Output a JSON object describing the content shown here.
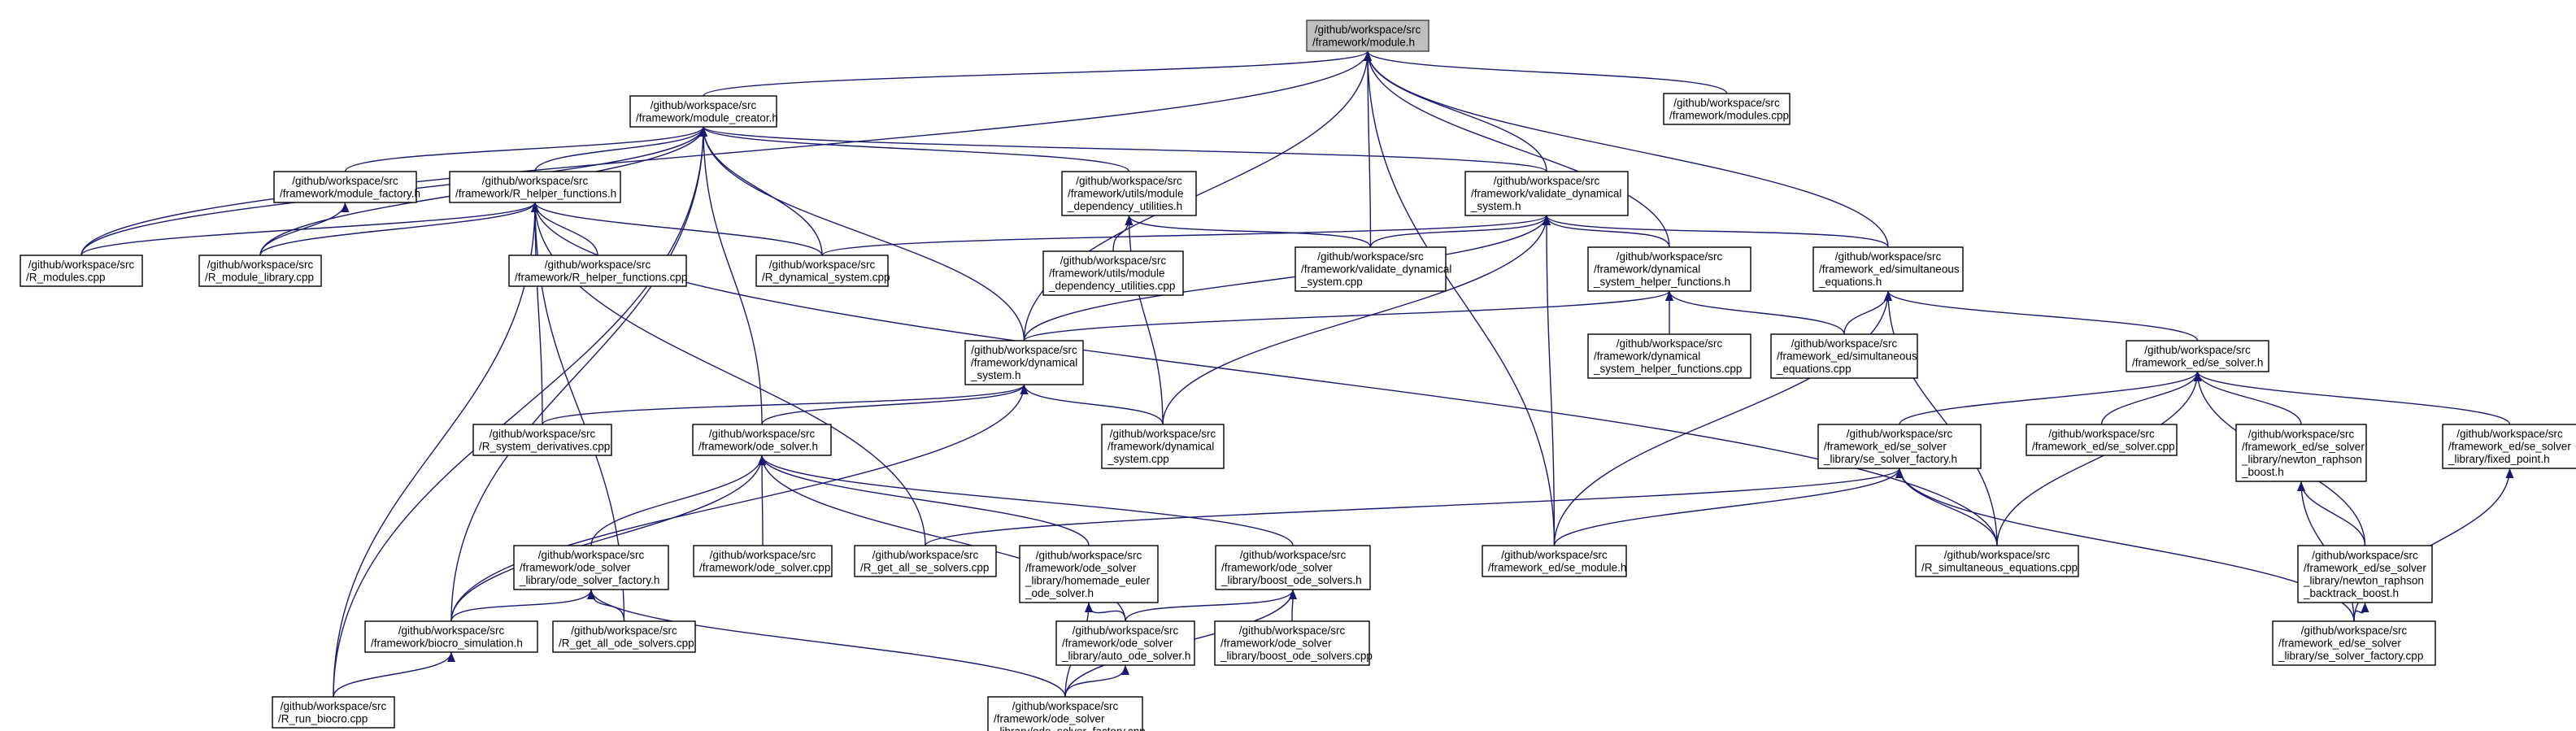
{
  "graph": {
    "edge_color": "#191970",
    "root_fill": "#bfbfbf",
    "nodes": [
      {
        "id": "module_h",
        "lines": [
          "/github/workspace/src",
          "/framework/module.h"
        ]
      },
      {
        "id": "module_creator_h",
        "lines": [
          "/github/workspace/src",
          "/framework/module_creator.h"
        ]
      },
      {
        "id": "modules_cpp",
        "lines": [
          "/github/workspace/src",
          "/framework/modules.cpp"
        ]
      },
      {
        "id": "module_factory_h",
        "lines": [
          "/github/workspace/src",
          "/framework/module_factory.h"
        ]
      },
      {
        "id": "r_helper_functions_h",
        "lines": [
          "/github/workspace/src",
          "/framework/R_helper_functions.h"
        ]
      },
      {
        "id": "utils_module_dependency_utilities_h",
        "lines": [
          "/github/workspace/src",
          "/framework/utils/module",
          "_dependency_utilities.h"
        ]
      },
      {
        "id": "validate_dynamical_system_h",
        "lines": [
          "/github/workspace/src",
          "/framework/validate_dynamical",
          "_system.h"
        ]
      },
      {
        "id": "r_modules_cpp",
        "lines": [
          "/github/workspace/src",
          "/R_modules.cpp"
        ]
      },
      {
        "id": "r_module_library_cpp",
        "lines": [
          "/github/workspace/src",
          "/R_module_library.cpp"
        ]
      },
      {
        "id": "r_helper_functions_cpp",
        "lines": [
          "/github/workspace/src",
          "/framework/R_helper_functions.cpp"
        ]
      },
      {
        "id": "r_dynamical_system_cpp",
        "lines": [
          "/github/workspace/src",
          "/R_dynamical_system.cpp"
        ]
      },
      {
        "id": "utils_module_dependency_utilities_cpp",
        "lines": [
          "/github/workspace/src",
          "/framework/utils/module",
          "_dependency_utilities.cpp"
        ]
      },
      {
        "id": "validate_dynamical_system_cpp",
        "lines": [
          "/github/workspace/src",
          "/framework/validate_dynamical",
          "_system.cpp"
        ]
      },
      {
        "id": "dynamical_system_helper_functions_h",
        "lines": [
          "/github/workspace/src",
          "/framework/dynamical",
          "_system_helper_functions.h"
        ]
      },
      {
        "id": "ed_simultaneous_equations_h",
        "lines": [
          "/github/workspace/src",
          "/framework_ed/simultaneous",
          "_equations.h"
        ]
      },
      {
        "id": "dynamical_system_helper_functions_cpp",
        "lines": [
          "/github/workspace/src",
          "/framework/dynamical",
          "_system_helper_functions.cpp"
        ]
      },
      {
        "id": "ed_simultaneous_equations_cpp",
        "lines": [
          "/github/workspace/src",
          "/framework_ed/simultaneous",
          "_equations.cpp"
        ]
      },
      {
        "id": "dynamical_system_h",
        "lines": [
          "/github/workspace/src",
          "/framework/dynamical",
          "_system.h"
        ]
      },
      {
        "id": "ed_se_solver_h",
        "lines": [
          "/github/workspace/src",
          "/framework_ed/se_solver.h"
        ]
      },
      {
        "id": "r_system_derivatives_cpp",
        "lines": [
          "/github/workspace/src",
          "/R_system_derivatives.cpp"
        ]
      },
      {
        "id": "ode_solver_h",
        "lines": [
          "/github/workspace/src",
          "/framework/ode_solver.h"
        ]
      },
      {
        "id": "dynamical_system_cpp",
        "lines": [
          "/github/workspace/src",
          "/framework/dynamical",
          "_system.cpp"
        ]
      },
      {
        "id": "ed_se_solver_factory_h",
        "lines": [
          "/github/workspace/src",
          "/framework_ed/se_solver",
          "_library/se_solver_factory.h"
        ]
      },
      {
        "id": "ed_se_solver_cpp",
        "lines": [
          "/github/workspace/src",
          "/framework_ed/se_solver.cpp"
        ]
      },
      {
        "id": "ed_newton_raphson_boost_h",
        "lines": [
          "/github/workspace/src",
          "/framework_ed/se_solver",
          "_library/newton_raphson",
          "_boost.h"
        ]
      },
      {
        "id": "ed_fixed_point_h",
        "lines": [
          "/github/workspace/src",
          "/framework_ed/se_solver",
          "_library/fixed_point.h"
        ]
      },
      {
        "id": "ode_solver_factory_h",
        "lines": [
          "/github/workspace/src",
          "/framework/ode_solver",
          "_library/ode_solver_factory.h"
        ]
      },
      {
        "id": "ode_solver_cpp",
        "lines": [
          "/github/workspace/src",
          "/framework/ode_solver.cpp"
        ]
      },
      {
        "id": "r_get_all_se_solvers_cpp",
        "lines": [
          "/github/workspace/src",
          "/R_get_all_se_solvers.cpp"
        ]
      },
      {
        "id": "homemade_euler_ode_solver_h",
        "lines": [
          "/github/workspace/src",
          "/framework/ode_solver",
          "_library/homemade_euler",
          "_ode_solver.h"
        ]
      },
      {
        "id": "boost_ode_solvers_h",
        "lines": [
          "/github/workspace/src",
          "/framework/ode_solver",
          "_library/boost_ode_solvers.h"
        ]
      },
      {
        "id": "ed_se_module_h",
        "lines": [
          "/github/workspace/src",
          "/framework_ed/se_module.h"
        ]
      },
      {
        "id": "r_simultaneous_equations_cpp",
        "lines": [
          "/github/workspace/src",
          "/R_simultaneous_equations.cpp"
        ]
      },
      {
        "id": "ed_newton_raphson_backtrack_boost_h",
        "lines": [
          "/github/workspace/src",
          "/framework_ed/se_solver",
          "_library/newton_raphson",
          "_backtrack_boost.h"
        ]
      },
      {
        "id": "biocro_simulation_h",
        "lines": [
          "/github/workspace/src",
          "/framework/biocro_simulation.h"
        ]
      },
      {
        "id": "r_get_all_ode_solvers_cpp",
        "lines": [
          "/github/workspace/src",
          "/R_get_all_ode_solvers.cpp"
        ]
      },
      {
        "id": "auto_ode_solver_h",
        "lines": [
          "/github/workspace/src",
          "/framework/ode_solver",
          "_library/auto_ode_solver.h"
        ]
      },
      {
        "id": "boost_ode_solvers_cpp",
        "lines": [
          "/github/workspace/src",
          "/framework/ode_solver",
          "_library/boost_ode_solvers.cpp"
        ]
      },
      {
        "id": "ed_se_solver_factory_cpp",
        "lines": [
          "/github/workspace/src",
          "/framework_ed/se_solver",
          "_library/se_solver_factory.cpp"
        ]
      },
      {
        "id": "r_run_biocro_cpp",
        "lines": [
          "/github/workspace/src",
          "/R_run_biocro.cpp"
        ]
      },
      {
        "id": "ode_solver_factory_cpp",
        "lines": [
          "/github/workspace/src",
          "/framework/ode_solver",
          "_library/ode_solver_factory.cpp"
        ]
      }
    ],
    "edges": [
      [
        "module_creator_h",
        "module_h"
      ],
      [
        "modules_cpp",
        "module_h"
      ],
      [
        "validate_dynamical_system_h",
        "module_h"
      ],
      [
        "dynamical_system_helper_functions_h",
        "module_h"
      ],
      [
        "ed_simultaneous_equations_h",
        "module_h"
      ],
      [
        "dynamical_system_h",
        "module_h"
      ],
      [
        "validate_dynamical_system_cpp",
        "module_h"
      ],
      [
        "ed_se_module_h",
        "module_h"
      ],
      [
        "r_modules_cpp",
        "module_h"
      ],
      [
        "module_factory_h",
        "module_creator_h"
      ],
      [
        "r_helper_functions_h",
        "module_creator_h"
      ],
      [
        "utils_module_dependency_utilities_h",
        "module_creator_h"
      ],
      [
        "validate_dynamical_system_h",
        "module_creator_h"
      ],
      [
        "r_modules_cpp",
        "module_creator_h"
      ],
      [
        "r_module_library_cpp",
        "module_creator_h"
      ],
      [
        "r_dynamical_system_cpp",
        "module_creator_h"
      ],
      [
        "dynamical_system_h",
        "module_creator_h"
      ],
      [
        "biocro_simulation_h",
        "module_creator_h"
      ],
      [
        "r_run_biocro_cpp",
        "module_creator_h"
      ],
      [
        "ode_solver_h",
        "module_creator_h"
      ],
      [
        "r_module_library_cpp",
        "module_factory_h"
      ],
      [
        "r_modules_cpp",
        "r_helper_functions_h"
      ],
      [
        "r_module_library_cpp",
        "r_helper_functions_h"
      ],
      [
        "r_helper_functions_cpp",
        "r_helper_functions_h"
      ],
      [
        "r_dynamical_system_cpp",
        "r_helper_functions_h"
      ],
      [
        "r_system_derivatives_cpp",
        "r_helper_functions_h"
      ],
      [
        "r_get_all_se_solvers_cpp",
        "r_helper_functions_h"
      ],
      [
        "r_simultaneous_equations_cpp",
        "r_helper_functions_h"
      ],
      [
        "r_get_all_ode_solvers_cpp",
        "r_helper_functions_h"
      ],
      [
        "r_run_biocro_cpp",
        "r_helper_functions_h"
      ],
      [
        "utils_module_dependency_utilities_cpp",
        "utils_module_dependency_utilities_h"
      ],
      [
        "validate_dynamical_system_cpp",
        "utils_module_dependency_utilities_h"
      ],
      [
        "dynamical_system_cpp",
        "utils_module_dependency_utilities_h"
      ],
      [
        "r_dynamical_system_cpp",
        "validate_dynamical_system_h"
      ],
      [
        "validate_dynamical_system_cpp",
        "validate_dynamical_system_h"
      ],
      [
        "dynamical_system_helper_functions_h",
        "validate_dynamical_system_h"
      ],
      [
        "ed_simultaneous_equations_h",
        "validate_dynamical_system_h"
      ],
      [
        "dynamical_system_h",
        "validate_dynamical_system_h"
      ],
      [
        "dynamical_system_cpp",
        "validate_dynamical_system_h"
      ],
      [
        "ed_se_module_h",
        "validate_dynamical_system_h"
      ],
      [
        "dynamical_system_helper_functions_cpp",
        "dynamical_system_helper_functions_h"
      ],
      [
        "ed_simultaneous_equations_cpp",
        "dynamical_system_helper_functions_h"
      ],
      [
        "dynamical_system_h",
        "dynamical_system_helper_functions_h"
      ],
      [
        "ed_simultaneous_equations_cpp",
        "ed_simultaneous_equations_h"
      ],
      [
        "ed_se_solver_h",
        "ed_simultaneous_equations_h"
      ],
      [
        "ed_se_module_h",
        "ed_simultaneous_equations_h"
      ],
      [
        "r_simultaneous_equations_cpp",
        "ed_simultaneous_equations_h"
      ],
      [
        "r_system_derivatives_cpp",
        "dynamical_system_h"
      ],
      [
        "ode_solver_h",
        "dynamical_system_h"
      ],
      [
        "dynamical_system_cpp",
        "dynamical_system_h"
      ],
      [
        "biocro_simulation_h",
        "dynamical_system_h"
      ],
      [
        "ed_se_solver_factory_h",
        "ed_se_solver_h"
      ],
      [
        "ed_se_solver_cpp",
        "ed_se_solver_h"
      ],
      [
        "ed_newton_raphson_boost_h",
        "ed_se_solver_h"
      ],
      [
        "ed_fixed_point_h",
        "ed_se_solver_h"
      ],
      [
        "ed_newton_raphson_backtrack_boost_h",
        "ed_se_solver_h"
      ],
      [
        "r_simultaneous_equations_cpp",
        "ed_se_solver_h"
      ],
      [
        "ode_solver_factory_h",
        "ode_solver_h"
      ],
      [
        "ode_solver_cpp",
        "ode_solver_h"
      ],
      [
        "homemade_euler_ode_solver_h",
        "ode_solver_h"
      ],
      [
        "boost_ode_solvers_h",
        "ode_solver_h"
      ],
      [
        "auto_ode_solver_h",
        "ode_solver_h"
      ],
      [
        "biocro_simulation_h",
        "ode_solver_h"
      ],
      [
        "r_get_all_se_solvers_cpp",
        "ed_se_solver_factory_h"
      ],
      [
        "ed_se_module_h",
        "ed_se_solver_factory_h"
      ],
      [
        "r_simultaneous_equations_cpp",
        "ed_se_solver_factory_h"
      ],
      [
        "ed_se_solver_factory_cpp",
        "ed_se_solver_factory_h"
      ],
      [
        "ed_newton_raphson_backtrack_boost_h",
        "ed_newton_raphson_boost_h"
      ],
      [
        "ed_se_solver_factory_cpp",
        "ed_newton_raphson_boost_h"
      ],
      [
        "ed_se_solver_factory_cpp",
        "ed_fixed_point_h"
      ],
      [
        "biocro_simulation_h",
        "ode_solver_factory_h"
      ],
      [
        "r_get_all_ode_solvers_cpp",
        "ode_solver_factory_h"
      ],
      [
        "ode_solver_factory_cpp",
        "ode_solver_factory_h"
      ],
      [
        "auto_ode_solver_h",
        "homemade_euler_ode_solver_h"
      ],
      [
        "ode_solver_factory_cpp",
        "homemade_euler_ode_solver_h"
      ],
      [
        "auto_ode_solver_h",
        "boost_ode_solvers_h"
      ],
      [
        "boost_ode_solvers_cpp",
        "boost_ode_solvers_h"
      ],
      [
        "ode_solver_factory_cpp",
        "boost_ode_solvers_h"
      ],
      [
        "ed_se_solver_factory_cpp",
        "ed_newton_raphson_backtrack_boost_h"
      ],
      [
        "r_run_biocro_cpp",
        "biocro_simulation_h"
      ],
      [
        "ode_solver_factory_cpp",
        "auto_ode_solver_h"
      ]
    ]
  }
}
